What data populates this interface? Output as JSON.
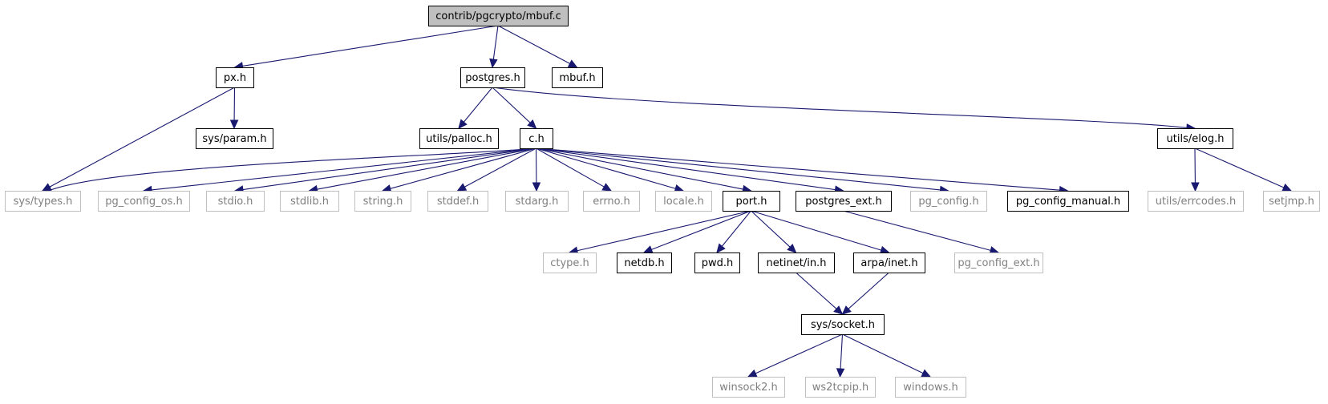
{
  "diagram": {
    "colors": {
      "edge": "#191970",
      "root_fill": "#bfbfbf",
      "documented_border": "#000000",
      "undocumented_border": "#bfbfbf",
      "undocumented_text": "#7f7f7f"
    },
    "nodes": [
      {
        "id": "mbuf_c",
        "label": "contrib/pgcrypto/mbuf.c",
        "kind": "root"
      },
      {
        "id": "px_h",
        "label": "px.h",
        "kind": "documented"
      },
      {
        "id": "postgres_h",
        "label": "postgres.h",
        "kind": "documented"
      },
      {
        "id": "mbuf_h",
        "label": "mbuf.h",
        "kind": "documented"
      },
      {
        "id": "sys_param_h",
        "label": "sys/param.h",
        "kind": "documented"
      },
      {
        "id": "utils_palloc_h",
        "label": "utils/palloc.h",
        "kind": "documented"
      },
      {
        "id": "c_h",
        "label": "c.h",
        "kind": "documented"
      },
      {
        "id": "utils_elog_h",
        "label": "utils/elog.h",
        "kind": "documented"
      },
      {
        "id": "sys_types_h",
        "label": "sys/types.h",
        "kind": "undocumented"
      },
      {
        "id": "pg_config_os_h",
        "label": "pg_config_os.h",
        "kind": "undocumented"
      },
      {
        "id": "stdio_h",
        "label": "stdio.h",
        "kind": "undocumented"
      },
      {
        "id": "stdlib_h",
        "label": "stdlib.h",
        "kind": "undocumented"
      },
      {
        "id": "string_h",
        "label": "string.h",
        "kind": "undocumented"
      },
      {
        "id": "stddef_h",
        "label": "stddef.h",
        "kind": "undocumented"
      },
      {
        "id": "stdarg_h",
        "label": "stdarg.h",
        "kind": "undocumented"
      },
      {
        "id": "errno_h",
        "label": "errno.h",
        "kind": "undocumented"
      },
      {
        "id": "locale_h",
        "label": "locale.h",
        "kind": "undocumented"
      },
      {
        "id": "port_h",
        "label": "port.h",
        "kind": "documented"
      },
      {
        "id": "postgres_ext_h",
        "label": "postgres_ext.h",
        "kind": "documented"
      },
      {
        "id": "pg_config_h",
        "label": "pg_config.h",
        "kind": "undocumented"
      },
      {
        "id": "pg_config_manual_h",
        "label": "pg_config_manual.h",
        "kind": "documented"
      },
      {
        "id": "utils_errcodes_h",
        "label": "utils/errcodes.h",
        "kind": "undocumented"
      },
      {
        "id": "setjmp_h",
        "label": "setjmp.h",
        "kind": "undocumented"
      },
      {
        "id": "ctype_h",
        "label": "ctype.h",
        "kind": "undocumented"
      },
      {
        "id": "netdb_h",
        "label": "netdb.h",
        "kind": "documented"
      },
      {
        "id": "pwd_h",
        "label": "pwd.h",
        "kind": "documented"
      },
      {
        "id": "netinet_in_h",
        "label": "netinet/in.h",
        "kind": "documented"
      },
      {
        "id": "arpa_inet_h",
        "label": "arpa/inet.h",
        "kind": "documented"
      },
      {
        "id": "pg_config_ext_h",
        "label": "pg_config_ext.h",
        "kind": "undocumented"
      },
      {
        "id": "sys_socket_h",
        "label": "sys/socket.h",
        "kind": "documented"
      },
      {
        "id": "winsock2_h",
        "label": "winsock2.h",
        "kind": "undocumented"
      },
      {
        "id": "ws2tcpip_h",
        "label": "ws2tcpip.h",
        "kind": "undocumented"
      },
      {
        "id": "windows_h",
        "label": "windows.h",
        "kind": "undocumented"
      }
    ],
    "edges": [
      [
        "mbuf_c",
        "px_h"
      ],
      [
        "mbuf_c",
        "postgres_h"
      ],
      [
        "mbuf_c",
        "mbuf_h"
      ],
      [
        "px_h",
        "sys_param_h"
      ],
      [
        "px_h",
        "sys_types_h"
      ],
      [
        "postgres_h",
        "utils_palloc_h"
      ],
      [
        "postgres_h",
        "c_h"
      ],
      [
        "postgres_h",
        "utils_elog_h"
      ],
      [
        "c_h",
        "sys_types_h"
      ],
      [
        "c_h",
        "pg_config_os_h"
      ],
      [
        "c_h",
        "stdio_h"
      ],
      [
        "c_h",
        "stdlib_h"
      ],
      [
        "c_h",
        "string_h"
      ],
      [
        "c_h",
        "stddef_h"
      ],
      [
        "c_h",
        "stdarg_h"
      ],
      [
        "c_h",
        "errno_h"
      ],
      [
        "c_h",
        "locale_h"
      ],
      [
        "c_h",
        "port_h"
      ],
      [
        "c_h",
        "postgres_ext_h"
      ],
      [
        "c_h",
        "pg_config_h"
      ],
      [
        "c_h",
        "pg_config_manual_h"
      ],
      [
        "utils_elog_h",
        "utils_errcodes_h"
      ],
      [
        "utils_elog_h",
        "setjmp_h"
      ],
      [
        "port_h",
        "ctype_h"
      ],
      [
        "port_h",
        "netdb_h"
      ],
      [
        "port_h",
        "pwd_h"
      ],
      [
        "port_h",
        "netinet_in_h"
      ],
      [
        "port_h",
        "arpa_inet_h"
      ],
      [
        "postgres_ext_h",
        "pg_config_ext_h"
      ],
      [
        "netinet_in_h",
        "sys_socket_h"
      ],
      [
        "arpa_inet_h",
        "sys_socket_h"
      ],
      [
        "sys_socket_h",
        "winsock2_h"
      ],
      [
        "sys_socket_h",
        "ws2tcpip_h"
      ],
      [
        "sys_socket_h",
        "windows_h"
      ]
    ]
  }
}
